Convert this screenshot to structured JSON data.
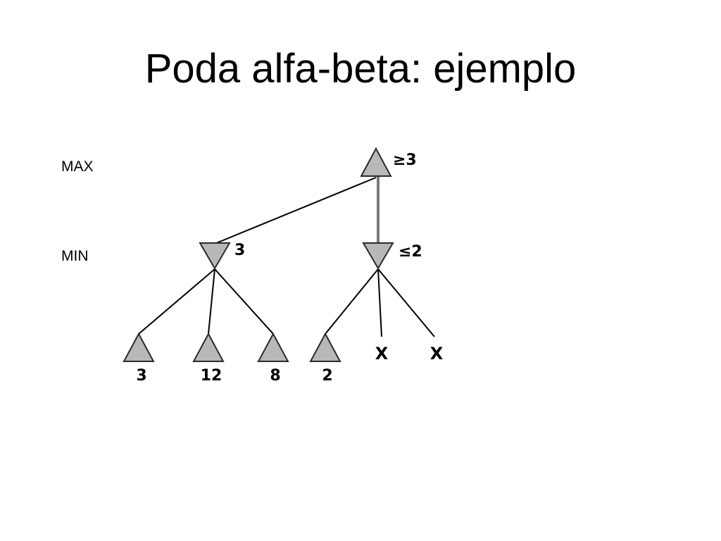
{
  "title": "Poda alfa-beta: ejemplo",
  "levels": {
    "max": "MAX",
    "min": "MIN"
  },
  "tree": {
    "root": {
      "type": "max",
      "value": "≥3"
    },
    "min_nodes": [
      {
        "type": "min",
        "value": "3"
      },
      {
        "type": "min",
        "value": "≤2"
      }
    ],
    "leaves": [
      {
        "parent": 0,
        "value": "3"
      },
      {
        "parent": 0,
        "value": "12"
      },
      {
        "parent": 0,
        "value": "8"
      },
      {
        "parent": 1,
        "value": "2"
      }
    ],
    "pruned": [
      {
        "parent": 1,
        "mark": "X"
      },
      {
        "parent": 1,
        "mark": "X"
      }
    ]
  },
  "colors": {
    "node_fill": "#b8b8b8",
    "node_stroke": "#2a2a2a",
    "edge": "#000000",
    "root_edge": "#7a7a7a"
  }
}
